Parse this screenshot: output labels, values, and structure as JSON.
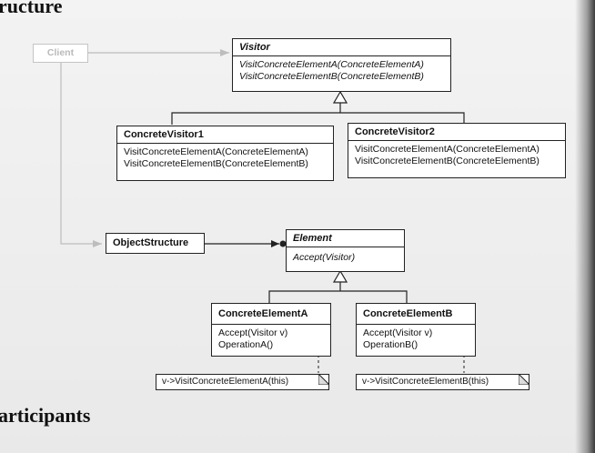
{
  "headings": {
    "structure": "ructure",
    "participants": "articipants"
  },
  "client": {
    "name": "Client"
  },
  "visitor": {
    "name": "Visitor",
    "ops": [
      "VisitConcreteElementA(ConcreteElementA)",
      "VisitConcreteElementB(ConcreteElementB)"
    ]
  },
  "concrete_visitor1": {
    "name": "ConcreteVisitor1",
    "ops": [
      "VisitConcreteElementA(ConcreteElementA)",
      "VisitConcreteElementB(ConcreteElementB)"
    ]
  },
  "concrete_visitor2": {
    "name": "ConcreteVisitor2",
    "ops": [
      "VisitConcreteElementA(ConcreteElementA)",
      "VisitConcreteElementB(ConcreteElementB)"
    ]
  },
  "object_structure": {
    "name": "ObjectStructure"
  },
  "element": {
    "name": "Element",
    "ops": [
      "Accept(Visitor)"
    ]
  },
  "concrete_element_a": {
    "name": "ConcreteElementA",
    "ops": [
      "Accept(Visitor v)",
      "OperationA()"
    ],
    "note": "v->VisitConcreteElementA(this)"
  },
  "concrete_element_b": {
    "name": "ConcreteElementB",
    "ops": [
      "Accept(Visitor v)",
      "OperationB()"
    ],
    "note": "v->VisitConcreteElementB(this)"
  },
  "colors": {
    "client_gray": "#b9b9b9",
    "ink": "#222222"
  }
}
